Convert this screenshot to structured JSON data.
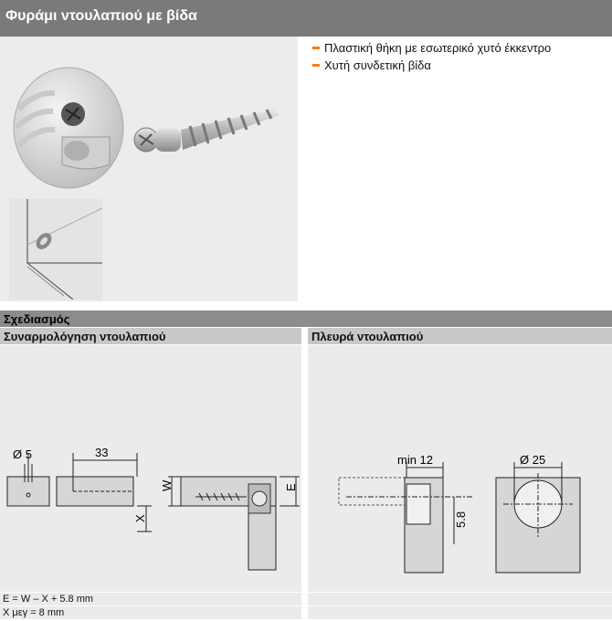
{
  "header": {
    "title": "Φυράμι ντουλαπιού με βίδα"
  },
  "features": [
    "Πλαστική θήκη με εσωτερικό χυτό έκκεντρο",
    "Χυτή συνδετική βίδα"
  ],
  "section": {
    "title": "Σχεδιασμός"
  },
  "assembly": {
    "title": "Συναρμολόγηση ντουλαπιού",
    "dim_diameter": "Ø 5",
    "dim_length": "33",
    "label_w": "W",
    "label_x": "X",
    "label_e": "E"
  },
  "side": {
    "title": "Πλευρά ντουλαπιού",
    "dim_min": "min 12",
    "dim_58": "5.8",
    "dim_diameter": "Ø 25"
  },
  "notes": [
    "E = W – X + 5.8 mm",
    "X μεγ = 8 mm"
  ],
  "colors": {
    "accent": "#f07d1a",
    "header_bg": "#7a7a7a"
  }
}
